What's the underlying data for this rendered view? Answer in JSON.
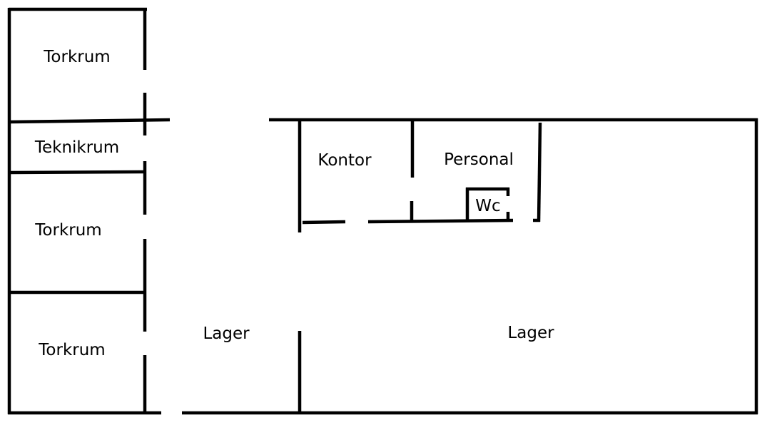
{
  "plan": {
    "rooms": {
      "torkrum_1": "Torkrum",
      "teknikrum": "Teknikrum",
      "torkrum_2": "Torkrum",
      "torkrum_3": "Torkrum",
      "lager_corridor": "Lager",
      "kontor": "Kontor",
      "personal": "Personal",
      "wc": "Wc",
      "lager_main": "Lager"
    },
    "colors": {
      "wall": "#000000",
      "text": "#000000",
      "background": "#ffffff"
    }
  }
}
